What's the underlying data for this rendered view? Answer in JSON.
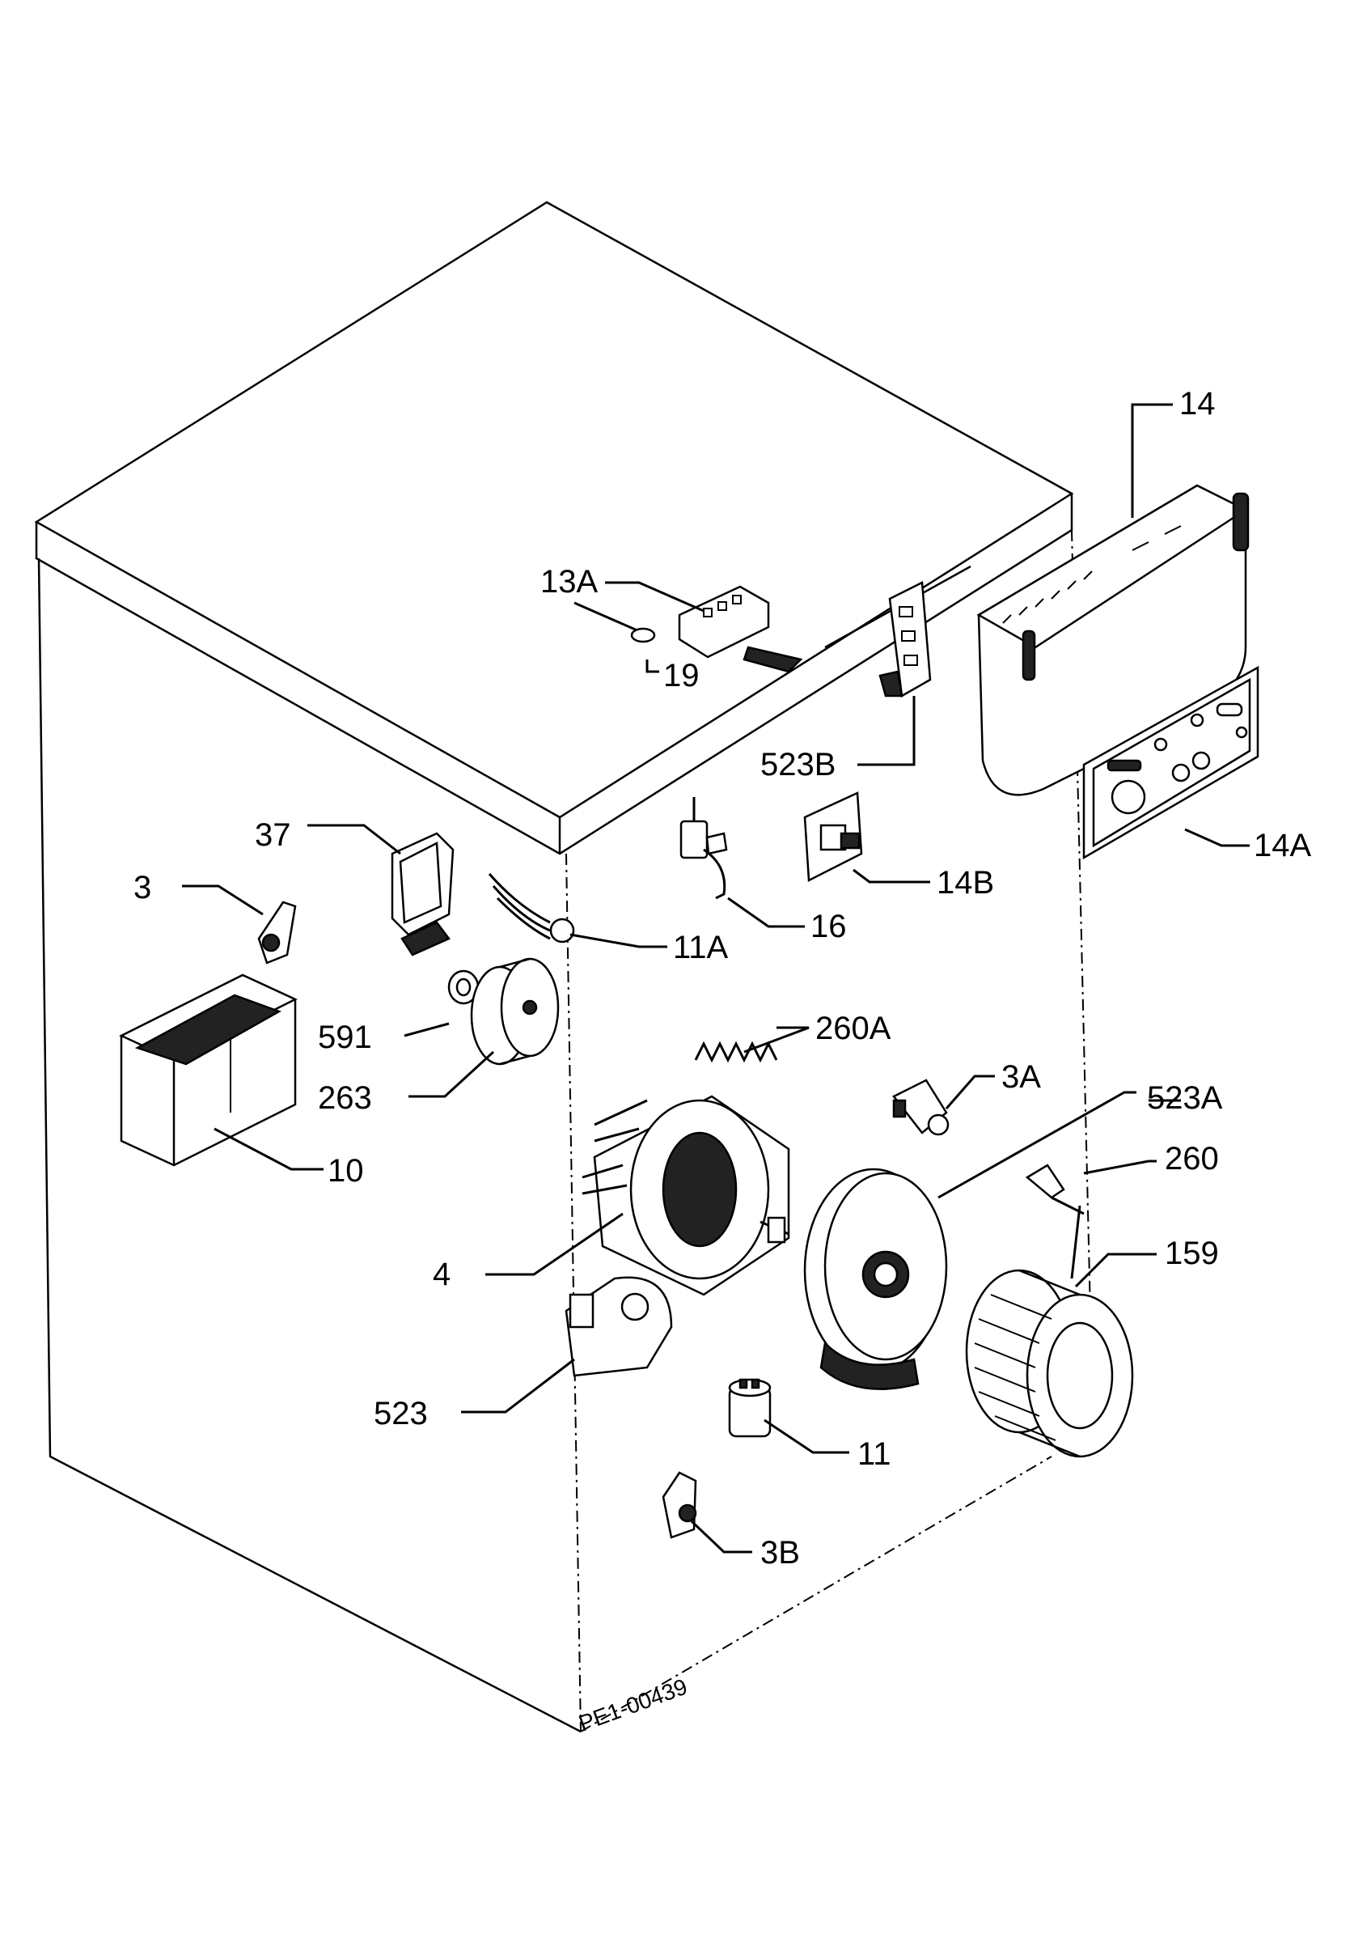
{
  "diagram_id": "PE1-00439",
  "labels": {
    "p14": "14",
    "p13a": "13A",
    "p19": "19",
    "p523b": "523B",
    "p14a": "14A",
    "p37": "37",
    "p3": "3",
    "p14b": "14B",
    "p16": "16",
    "p11a": "11A",
    "p591": "591",
    "p260a": "260A",
    "p263": "263",
    "p3a": "3A",
    "p523a": "523A",
    "p10": "10",
    "p260": "260",
    "p4": "4",
    "p159": "159",
    "p523": "523",
    "p11": "11",
    "p3b": "3B"
  }
}
